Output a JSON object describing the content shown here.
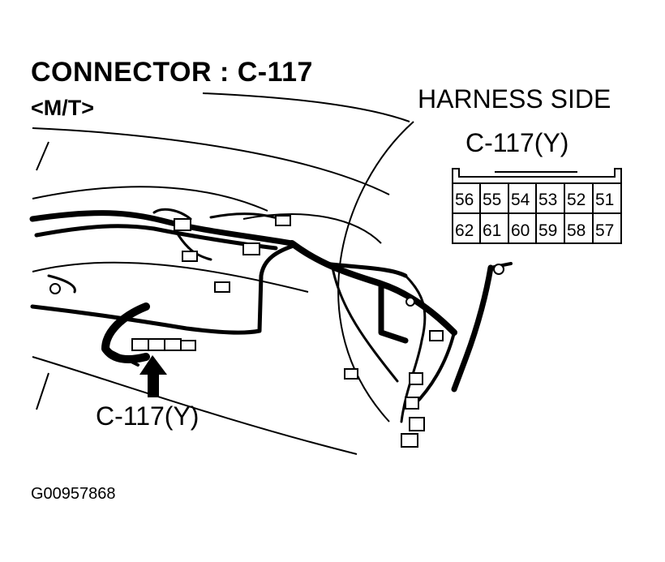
{
  "header": {
    "title": "CONNECTOR : C-117",
    "subtitle": "<M/T>"
  },
  "detail": {
    "harness_label": "HARNESS SIDE",
    "connector_label": "C-117(Y)",
    "pins_top_row": [
      "56",
      "55",
      "54",
      "53",
      "52",
      "51"
    ],
    "pins_bottom_row": [
      "62",
      "61",
      "60",
      "59",
      "58",
      "57"
    ]
  },
  "callout": {
    "connector_label": "C-117(Y)"
  },
  "footer": {
    "figure_code": "G00957868"
  }
}
